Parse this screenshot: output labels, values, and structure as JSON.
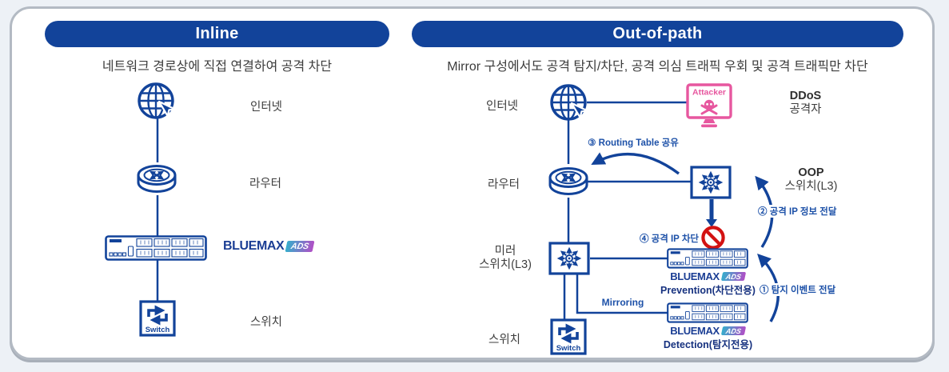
{
  "inline": {
    "title": "Inline",
    "subtitle": "네트워크 경로상에 직접 연결하여 공격 차단",
    "labels": {
      "internet": "인터넷",
      "router": "라우터",
      "switch": "스위치"
    },
    "appliance": {
      "brand": "BLUEMAX",
      "badge": "ADS"
    },
    "switch_icon_text": "Switch"
  },
  "oop": {
    "title": "Out-of-path",
    "subtitle": "Mirror 구성에서도 공격 탐지/차단, 공격 의심 트래픽 우회 및 공격 트래픽만 차단",
    "labels": {
      "internet": "인터넷",
      "router": "라우터",
      "mirror_switch_1": "미러",
      "mirror_switch_2": "스위치(L3)",
      "switch": "스위치",
      "ddos_1": "DDoS",
      "ddos_2": "공격자",
      "oop_switch_1": "OOP",
      "oop_switch_2": "스위치(L3)"
    },
    "attacker_text": "Attacker",
    "switch_icon_text": "Switch",
    "annotations": {
      "routing_table": "③ Routing Table 공유",
      "attack_ip_info": "② 공격 IP 정보 전달",
      "attack_ip_block": "④ 공격 IP 차단",
      "mirroring": "Mirroring",
      "detect_event": "① 탐지 이벤트 전달"
    },
    "prevention": {
      "brand": "BLUEMAX",
      "badge": "ADS",
      "label": "Prevention(차단전용)"
    },
    "detection": {
      "brand": "BLUEMAX",
      "badge": "ADS",
      "label": "Detection(탐지전용)"
    }
  },
  "colors": {
    "primary_blue": "#12439A",
    "annotation_blue": "#1D51A8",
    "attacker_pink": "#E7579F",
    "block_red": "#D31212",
    "brand_navy": "#1B3E94",
    "badge_gradient_start": "#35AECC",
    "badge_gradient_end": "#B14FC6"
  }
}
